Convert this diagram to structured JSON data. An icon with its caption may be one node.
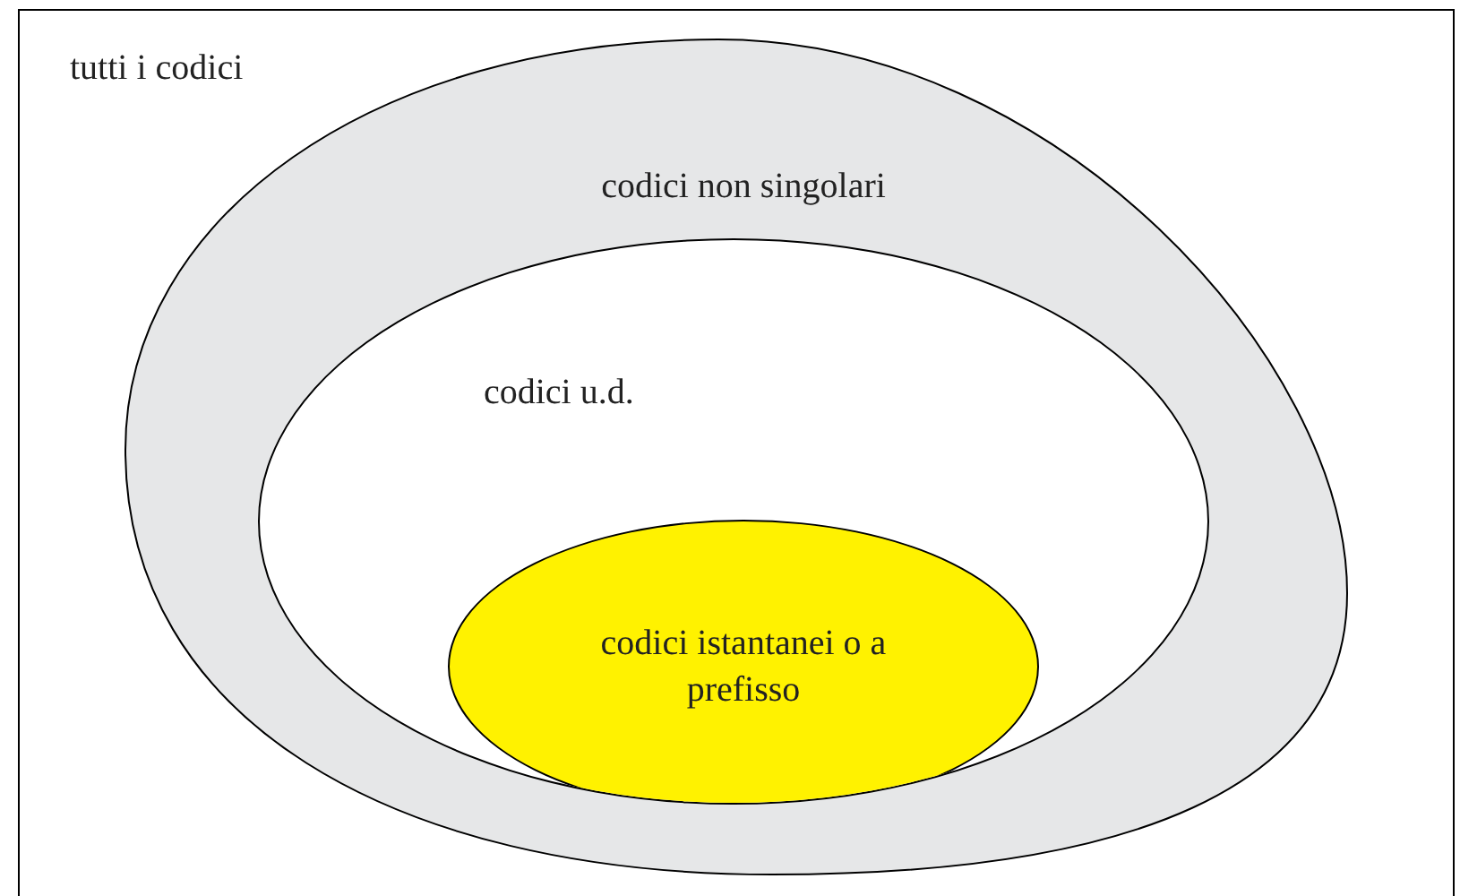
{
  "diagram": {
    "nodes": [
      {
        "text": [
          "tutti i codici"
        ]
      },
      {
        "text": [
          "codici non singolari"
        ],
        "in": 0
      },
      {
        "text": [
          "codici u.d."
        ],
        "in": 1
      },
      {
        "text": [
          "codici istantanei o a prefisso"
        ],
        "in": 2
      }
    ]
  }
}
